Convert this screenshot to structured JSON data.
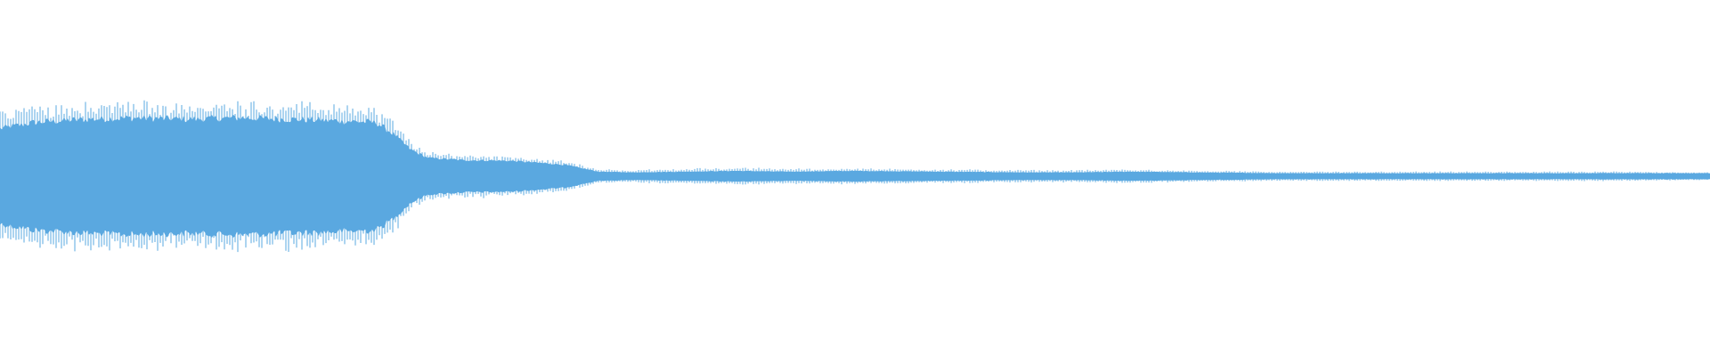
{
  "chart_data": {
    "type": "area",
    "title": "",
    "xlabel": "",
    "ylabel": "",
    "grid": false,
    "legend": "none",
    "xlim": [
      0,
      1
    ],
    "ylim": [
      -1,
      1
    ],
    "series": [
      {
        "color": "#5aa8e0",
        "x": [
          0.0,
          0.02,
          0.05,
          0.08,
          0.11,
          0.14,
          0.17,
          0.2,
          0.22,
          0.23,
          0.24,
          0.25,
          0.27,
          0.3,
          0.33,
          0.35,
          0.37,
          0.4,
          0.43,
          0.46,
          0.5,
          0.55,
          0.6,
          0.63,
          0.66,
          0.7,
          0.75,
          0.8,
          0.85,
          0.9,
          0.95,
          1.0
        ],
        "envelope": [
          0.62,
          0.7,
          0.74,
          0.76,
          0.74,
          0.76,
          0.74,
          0.72,
          0.7,
          0.55,
          0.35,
          0.24,
          0.21,
          0.2,
          0.15,
          0.06,
          0.05,
          0.06,
          0.07,
          0.06,
          0.07,
          0.06,
          0.05,
          0.05,
          0.06,
          0.05,
          0.04,
          0.04,
          0.04,
          0.04,
          0.04,
          0.04
        ],
        "peaks": [
          0.88,
          0.92,
          0.95,
          0.95,
          0.94,
          0.96,
          0.95,
          0.92,
          0.88,
          0.72,
          0.45,
          0.3,
          0.28,
          0.26,
          0.2,
          0.09,
          0.08,
          0.1,
          0.11,
          0.1,
          0.1,
          0.09,
          0.08,
          0.08,
          0.09,
          0.07,
          0.06,
          0.06,
          0.06,
          0.06,
          0.06,
          0.05
        ]
      }
    ]
  }
}
